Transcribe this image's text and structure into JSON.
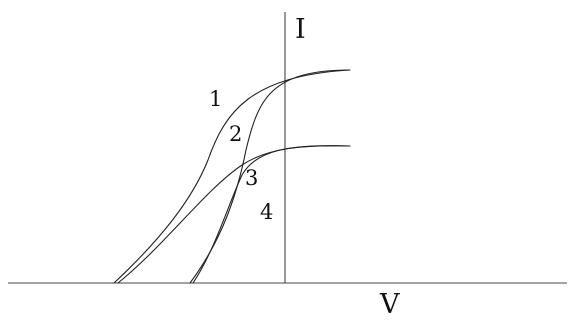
{
  "axes": {
    "x_label": "V",
    "y_label": "I"
  },
  "curves": [
    {
      "label": "1",
      "saturation": "high",
      "cutoff": "far"
    },
    {
      "label": "2",
      "saturation": "high",
      "cutoff": "near"
    },
    {
      "label": "3",
      "saturation": "low",
      "cutoff": "far"
    },
    {
      "label": "4",
      "saturation": "low",
      "cutoff": "near"
    }
  ],
  "colors": {
    "curve": "#222222",
    "axis": "#444444",
    "background": "#ffffff"
  }
}
